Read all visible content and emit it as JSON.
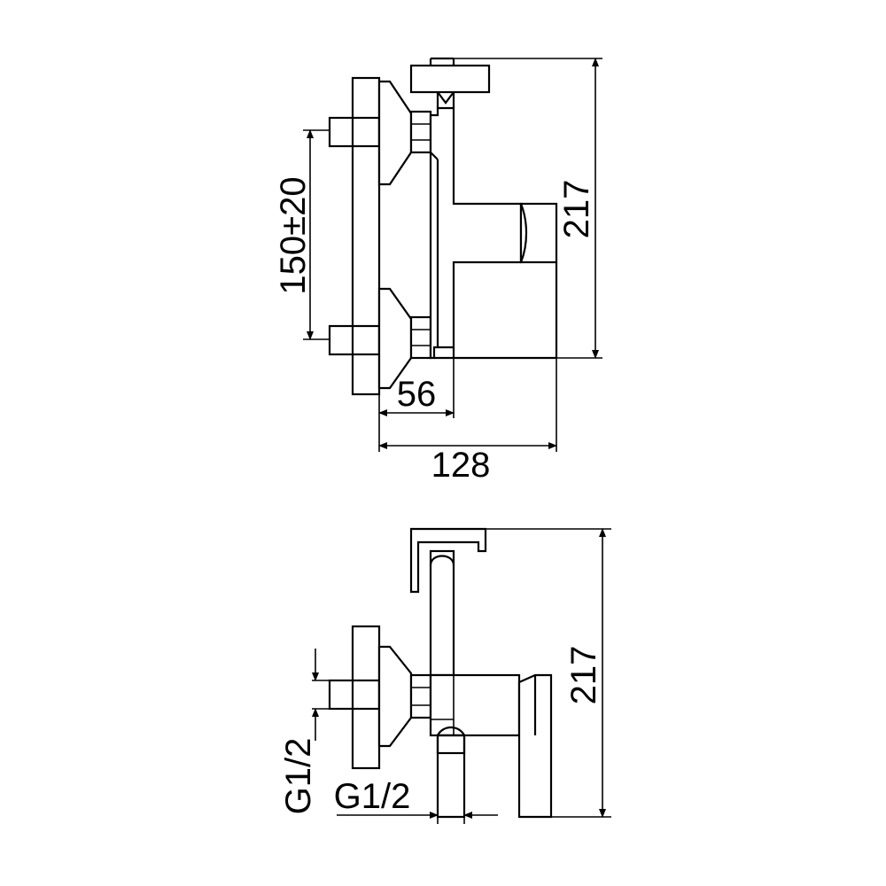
{
  "top_view": {
    "dim_center_distance": "150±20",
    "dim_height": "217",
    "dim_depth_small": "56",
    "dim_depth_total": "128"
  },
  "side_view": {
    "dim_height": "217",
    "dim_thread_vertical": "G1/2",
    "dim_thread_horizontal": "G1/2"
  },
  "colors": {
    "line": "#000000",
    "background": "#ffffff"
  }
}
